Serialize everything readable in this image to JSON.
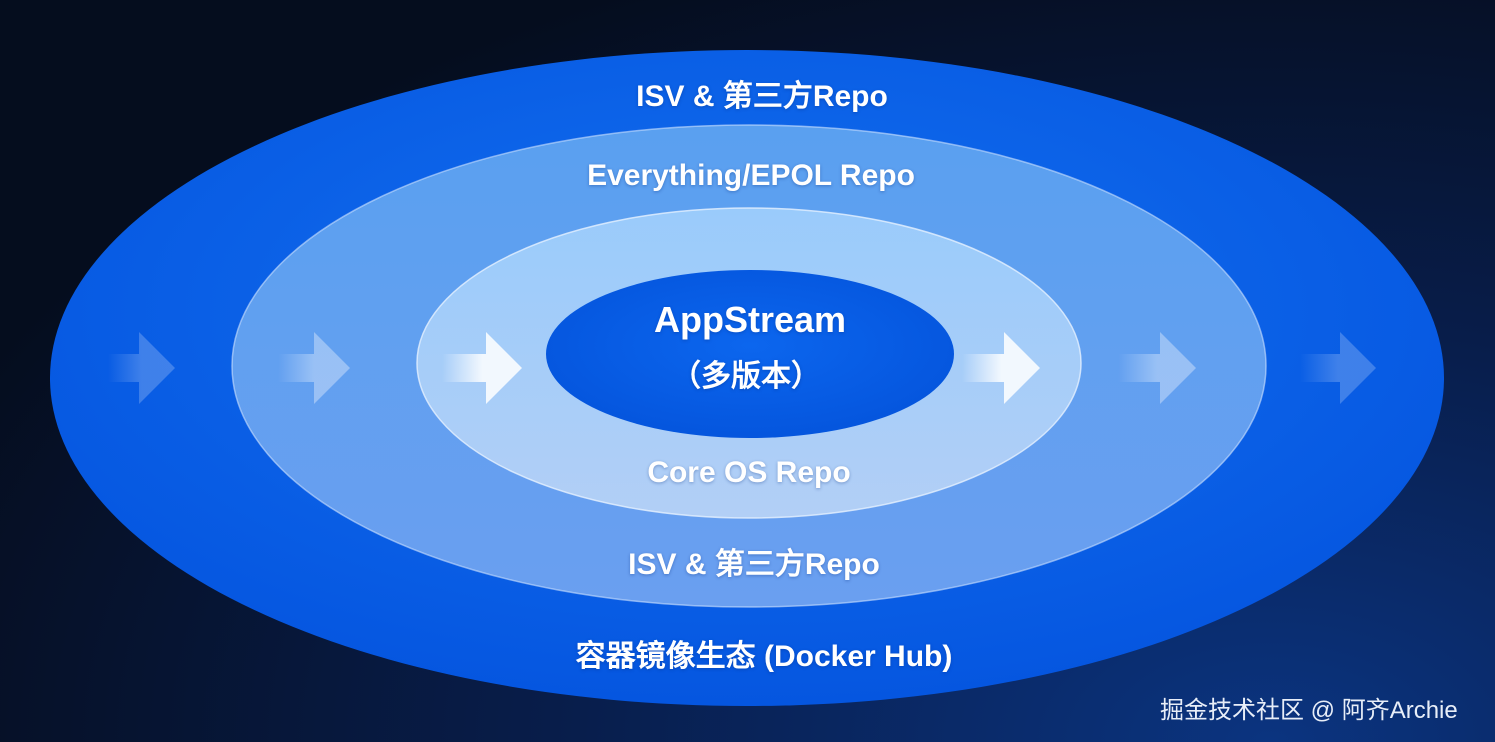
{
  "layers": {
    "outer_top": "ISV & 第三方Repo",
    "everything": "Everything/EPOL Repo",
    "core_title": "AppStream",
    "core_subtitle": "（多版本）",
    "core_os": "Core OS Repo",
    "isv": "ISV & 第三方Repo",
    "container": "容器镜像生态 (Docker Hub)"
  },
  "watermark": "掘金技术社区 @ 阿齐Archie",
  "colors": {
    "outer": "#0a63e8",
    "second": "#5f9fef",
    "third": "#a6cdf8",
    "inner": "#0a5fe6"
  }
}
